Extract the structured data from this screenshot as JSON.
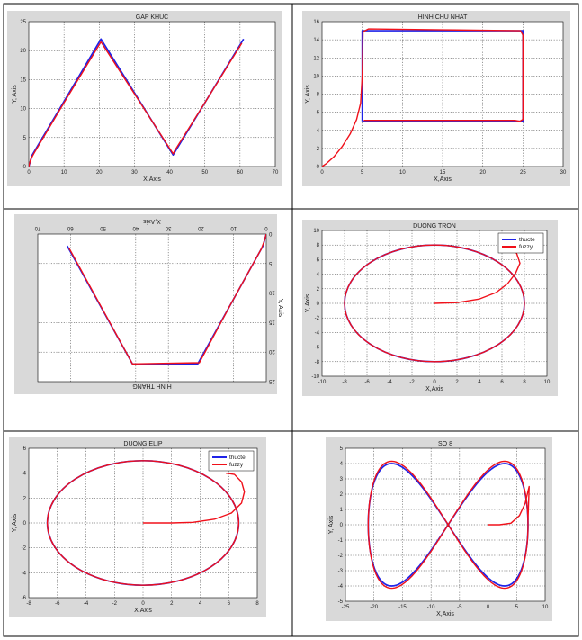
{
  "colors": {
    "figure_bg": "#d9d9d9",
    "axes_bg": "#ffffff",
    "thucte": "#1f23e8",
    "fuzzy": "#f0101a",
    "border": "#000000"
  },
  "chart_data": [
    {
      "type": "line",
      "title": "GAP KHUC",
      "xlabel": "X,Axis",
      "ylabel": "Y, Axis",
      "xlim": [
        0,
        70
      ],
      "ylim": [
        0,
        25
      ],
      "xticks": [
        0,
        10,
        20,
        30,
        40,
        50,
        60,
        70
      ],
      "yticks": [
        0,
        5,
        10,
        15,
        20,
        25
      ],
      "grid": true,
      "mirrored": false,
      "legend": null,
      "series": [
        {
          "color_key": "thucte",
          "x": [
            0,
            1,
            20.5,
            41,
            61
          ],
          "y": [
            0,
            2,
            22,
            2,
            22
          ]
        },
        {
          "color_key": "fuzzy",
          "x": [
            0,
            0.5,
            1.5,
            10,
            20.5,
            41,
            41.5,
            50,
            60.5
          ],
          "y": [
            0,
            1.2,
            2.3,
            11,
            21.5,
            2.2,
            2.8,
            11,
            21.3
          ]
        }
      ]
    },
    {
      "type": "line",
      "title": "HINH CHU NHAT",
      "xlabel": "X,Axis",
      "ylabel": "Y, Axis",
      "xlim": [
        0,
        30
      ],
      "ylim": [
        0,
        16
      ],
      "xticks": [
        0,
        5,
        10,
        15,
        20,
        25,
        30
      ],
      "yticks": [
        0,
        2,
        4,
        6,
        8,
        10,
        12,
        14,
        16
      ],
      "grid": true,
      "mirrored": false,
      "legend": null,
      "series": [
        {
          "color_key": "thucte",
          "x": [
            5,
            5,
            25,
            25,
            5
          ],
          "y": [
            5,
            15,
            15,
            5,
            5
          ]
        },
        {
          "color_key": "fuzzy",
          "x": [
            0,
            0.5,
            1.5,
            2.5,
            3.5,
            4.3,
            4.8,
            5,
            5.1,
            5.8,
            15,
            24.7,
            25,
            25,
            24.6,
            24,
            15,
            5.2
          ],
          "y": [
            0,
            0.3,
            1.1,
            2.2,
            3.6,
            5.2,
            7,
            10,
            14.9,
            15.2,
            15.1,
            15,
            14.5,
            5.2,
            5,
            5.1,
            5.1,
            5.1
          ]
        }
      ]
    },
    {
      "type": "line",
      "title": "HINH THANG",
      "xlabel": "X,Axis",
      "ylabel": "Y, Axis",
      "xlim": [
        0,
        70
      ],
      "ylim": [
        0,
        25
      ],
      "xticks": [
        0,
        10,
        20,
        30,
        40,
        50,
        60,
        70
      ],
      "yticks": [
        0,
        5,
        10,
        15,
        20,
        25
      ],
      "grid": true,
      "mirrored": true,
      "legend": null,
      "series": [
        {
          "color_key": "thucte",
          "x": [
            0,
            1,
            21,
            41,
            61
          ],
          "y": [
            0,
            2,
            22,
            22,
            2
          ]
        },
        {
          "color_key": "fuzzy",
          "x": [
            0,
            0.5,
            1.5,
            11,
            20.5,
            41,
            60.5
          ],
          "y": [
            0,
            1,
            2.5,
            12,
            21.8,
            22,
            2.3
          ]
        }
      ]
    },
    {
      "type": "line",
      "title": "DUONG TRON",
      "xlabel": "X,Axis",
      "ylabel": "Y, Axis",
      "xlim": [
        -10,
        10
      ],
      "ylim": [
        -10,
        10
      ],
      "xticks": [
        -10,
        -8,
        -6,
        -4,
        -2,
        0,
        2,
        4,
        6,
        8,
        10
      ],
      "yticks": [
        -10,
        -8,
        -6,
        -4,
        -2,
        0,
        2,
        4,
        6,
        8,
        10
      ],
      "grid": true,
      "mirrored": false,
      "legend": [
        "thucte",
        "fuzzy"
      ],
      "series": [
        {
          "name": "thucte",
          "color_key": "thucte",
          "shape": "ellipse",
          "cx": 0,
          "cy": 0,
          "rx": 8,
          "ry": 8
        },
        {
          "name": "fuzzy",
          "color_key": "fuzzy",
          "shape": "ellipse",
          "cx": 0,
          "cy": 0,
          "rx": 8,
          "ry": 8,
          "x": [
            0,
            2,
            4,
            5.5,
            6.5,
            7.2,
            7.6,
            7.3,
            6.5,
            5.8
          ],
          "y": [
            0,
            0.1,
            0.6,
            1.5,
            2.7,
            4.1,
            5.5,
            6.9,
            7.5,
            7
          ]
        }
      ]
    },
    {
      "type": "line",
      "title": "DUONG ELIP",
      "xlabel": "X,Axis",
      "ylabel": "Y, Axis",
      "xlim": [
        -8,
        8
      ],
      "ylim": [
        -6,
        6
      ],
      "xticks": [
        -8,
        -6,
        -4,
        -2,
        0,
        2,
        4,
        6,
        8
      ],
      "yticks": [
        -6,
        -4,
        -2,
        0,
        2,
        4,
        6
      ],
      "grid": true,
      "mirrored": false,
      "legend": [
        "thucte",
        "fuzzy"
      ],
      "series": [
        {
          "name": "thucte",
          "color_key": "thucte",
          "shape": "ellipse",
          "cx": 0,
          "cy": 0,
          "rx": 6.7,
          "ry": 5
        },
        {
          "name": "fuzzy",
          "color_key": "fuzzy",
          "shape": "ellipse",
          "cx": 0,
          "cy": 0,
          "rx": 6.7,
          "ry": 5,
          "x": [
            0,
            2,
            3.5,
            5,
            6.2,
            6.9,
            7.1,
            6.9,
            6.4,
            5.8
          ],
          "y": [
            0,
            0,
            0.05,
            0.3,
            0.8,
            1.6,
            2.5,
            3.3,
            3.9,
            4
          ]
        }
      ]
    },
    {
      "type": "line",
      "title": "SO 8",
      "xlabel": "X,Axis",
      "ylabel": "Y, Axis",
      "xlim": [
        -25,
        10
      ],
      "ylim": [
        -5,
        5
      ],
      "xticks": [
        -25,
        -20,
        -15,
        -10,
        -5,
        0,
        5,
        10
      ],
      "yticks": [
        -5,
        -4,
        -3,
        -2,
        -1,
        0,
        1,
        2,
        3,
        4,
        5
      ],
      "grid": true,
      "mirrored": false,
      "legend": null,
      "series": [
        {
          "color_key": "thucte",
          "shape": "figure8",
          "cx": -7,
          "cy": 0,
          "rx": 14,
          "ry": 4
        },
        {
          "color_key": "fuzzy",
          "shape": "figure8",
          "cx": -7,
          "cy": 0,
          "rx": 14,
          "ry": 4.15,
          "x": [
            0,
            2,
            4,
            5.5,
            6.5,
            7,
            7.2,
            7
          ],
          "y": [
            0,
            0,
            0.1,
            0.6,
            1.4,
            2.2,
            2.5,
            0.3
          ]
        }
      ]
    }
  ]
}
